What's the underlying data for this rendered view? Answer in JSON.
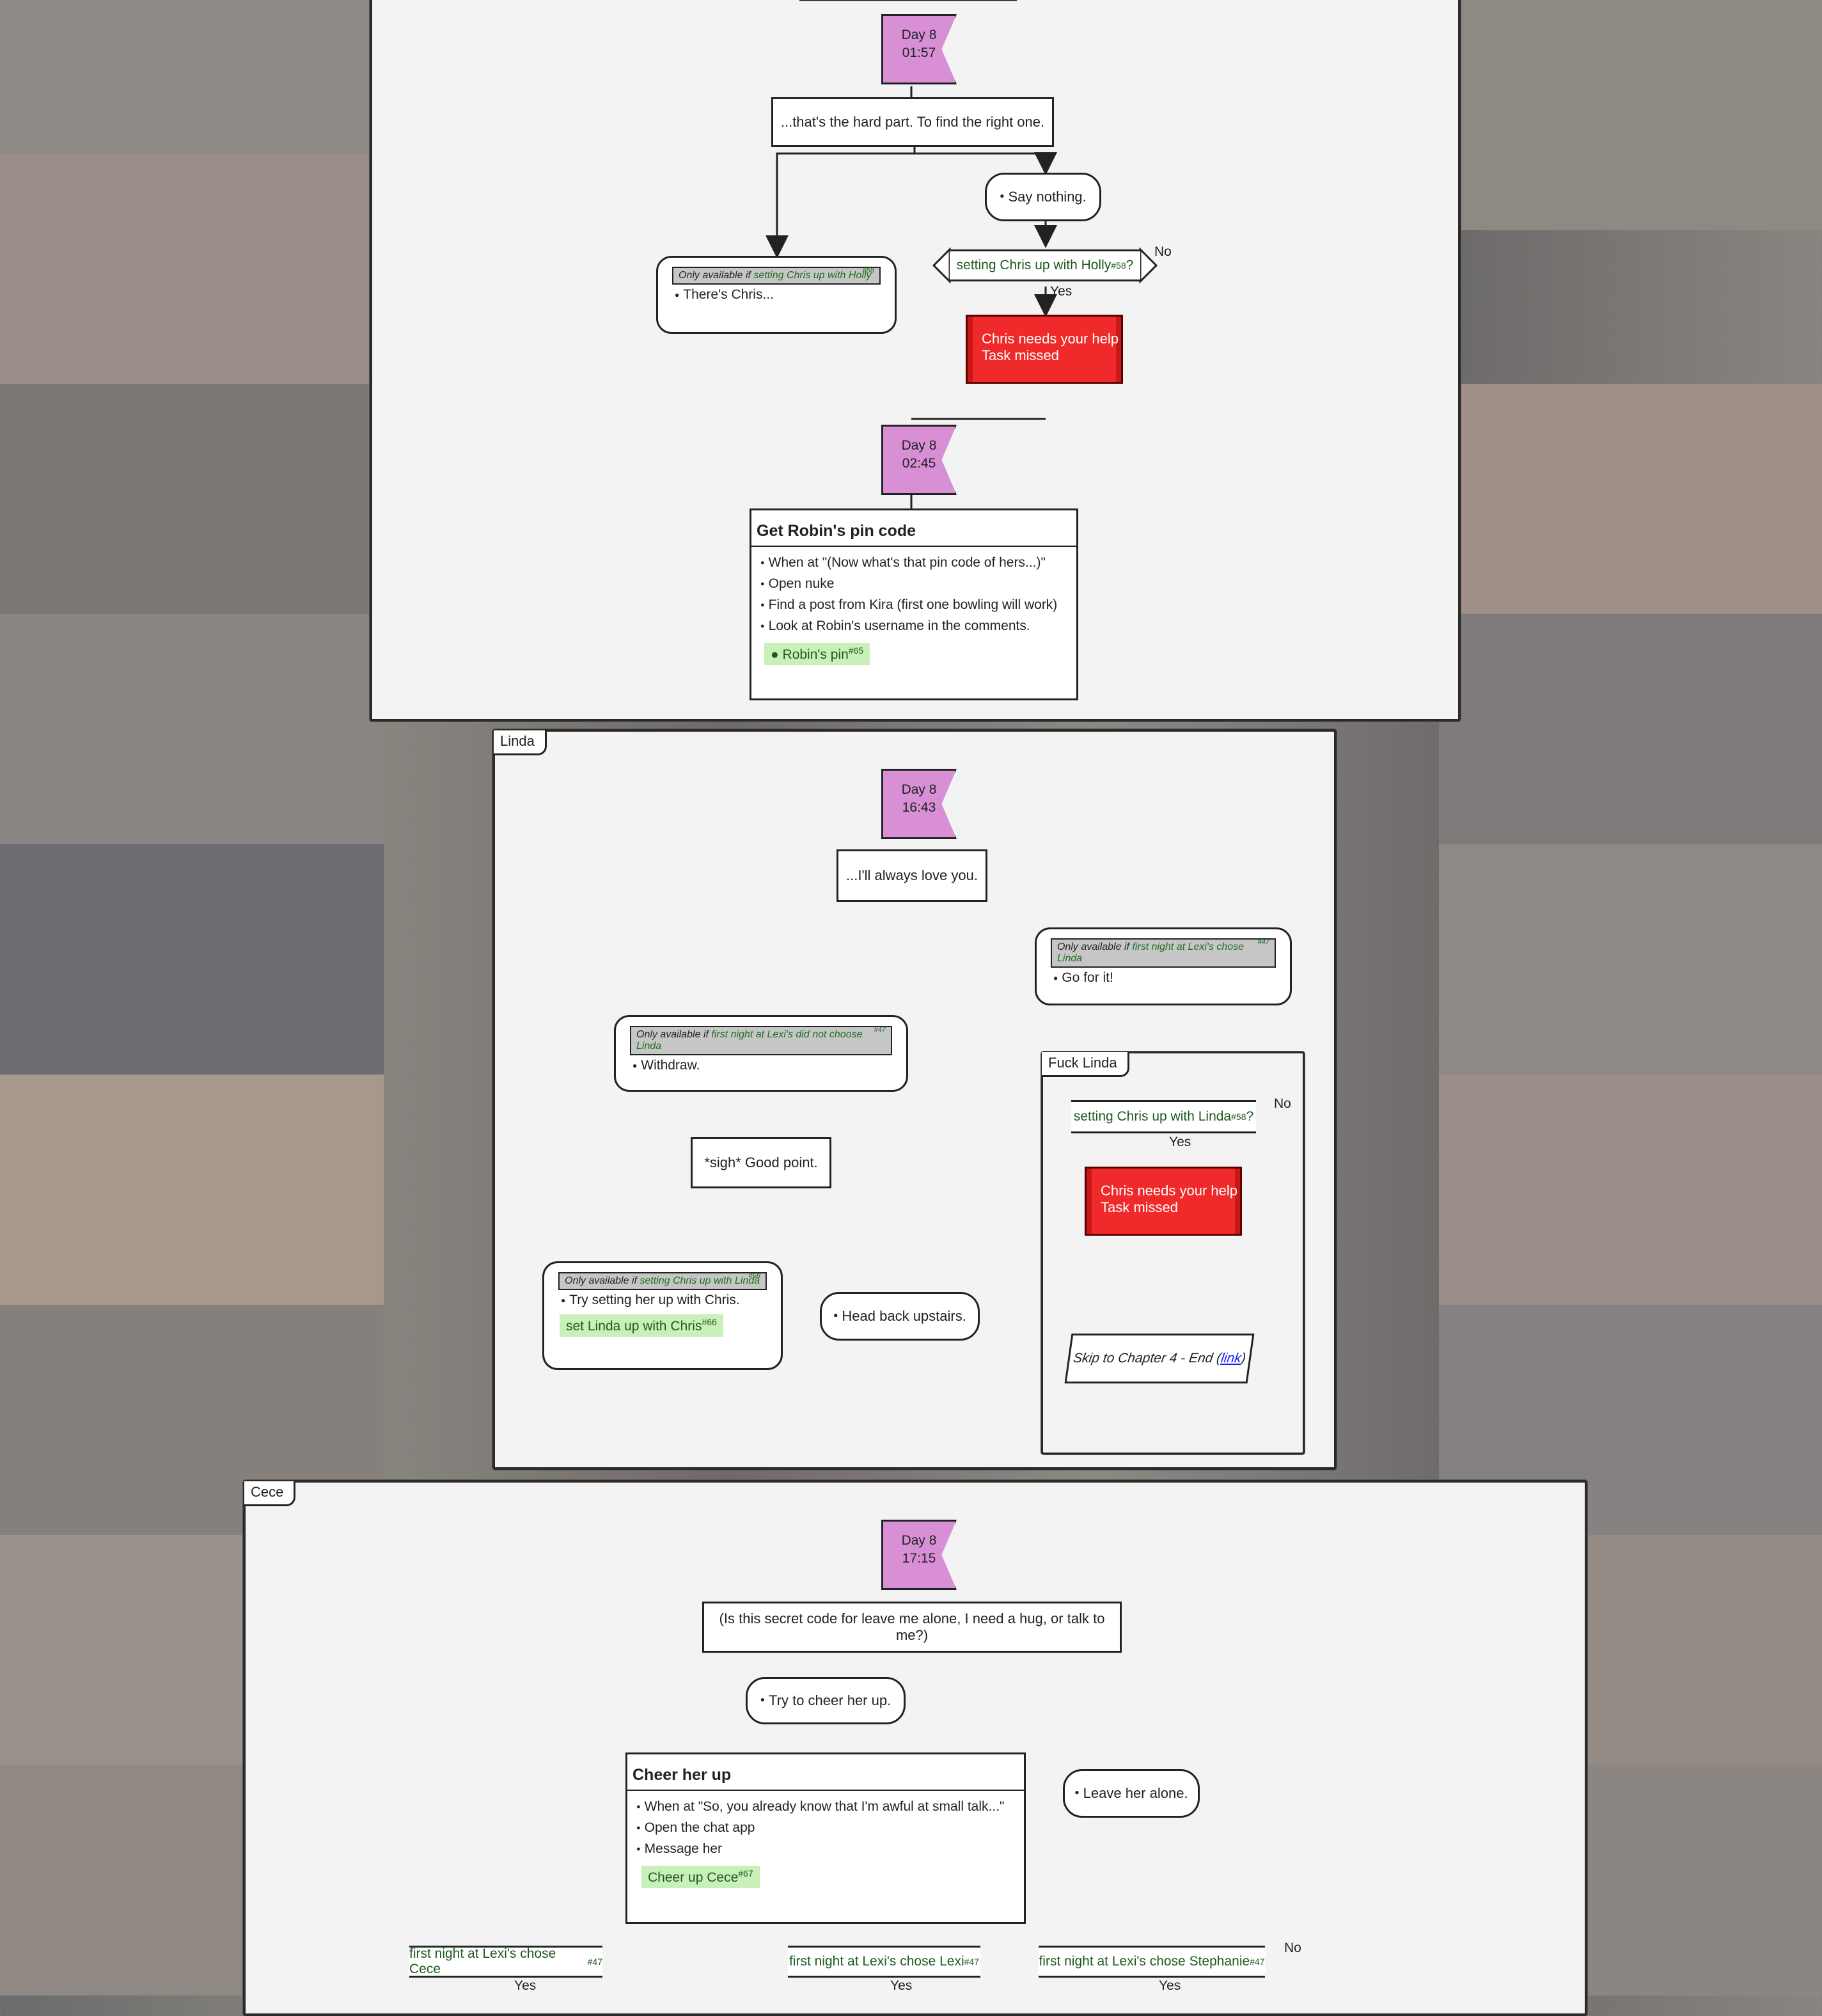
{
  "panels": {
    "linda": {
      "title": "Linda"
    },
    "fuck_linda": {
      "title": "Fuck Linda"
    },
    "cece": {
      "title": "Cece"
    }
  },
  "colors": {
    "day": "#d88fd6",
    "missed": "#f02a2a",
    "choice_green": "#c8f0b8",
    "condition_text": "#1e6f1e"
  },
  "top": {
    "day1": {
      "day": "Day 8",
      "time": "01:57"
    },
    "line1": "...that's the hard part. To find the right one.",
    "say_nothing": "Say nothing.",
    "chris_avail": {
      "prefix": "Only available if ",
      "cond": "setting Chris up with Holly",
      "ref": "#58"
    },
    "theres_chris": "There's Chris...",
    "holly_check": {
      "text": "setting Chris up with Holly",
      "ref": "#58",
      "suffix": "?"
    },
    "no": "No",
    "yes": "Yes",
    "missed": {
      "line1": "Chris needs your help",
      "line2": "Task missed"
    },
    "day2": {
      "day": "Day 8",
      "time": "02:45"
    },
    "robin_task": {
      "title": "Get Robin's pin code",
      "steps": [
        "When at \"(Now what's that pin code of hers...)\"",
        "Open nuke",
        "Find a post from Kira (first one bowling will work)",
        "Look at Robin's username in the comments."
      ],
      "reward": "Robin's pin",
      "reward_ref": "#65"
    }
  },
  "linda": {
    "day": {
      "day": "Day 8",
      "time": "16:43"
    },
    "line1": "...I'll always love you.",
    "go_avail": {
      "prefix": "Only available if ",
      "cond": "first night at Lexi's chose Linda",
      "ref": "#47"
    },
    "go_for_it": "Go for it!",
    "withdraw_avail": {
      "prefix": "Only available if ",
      "cond": "first night at Lexi's did not choose Linda",
      "ref": "#47"
    },
    "withdraw": "Withdraw.",
    "sigh": "*sigh* Good point.",
    "try_avail": {
      "prefix": "Only available if ",
      "cond": "setting Chris up with Linda",
      "ref": "#58"
    },
    "try_setting": "Try setting her up with Chris.",
    "set_linda": "set Linda up with Chris",
    "set_linda_ref": "#66",
    "head_back": "Head back upstairs.",
    "linda_check": {
      "text": "setting Chris up with Linda",
      "ref": "#58",
      "suffix": "?"
    },
    "no": "No",
    "yes": "Yes",
    "missed": {
      "line1": "Chris needs your help",
      "line2": "Task missed"
    },
    "skip": {
      "prefix": "Skip to Chapter 4 - End (",
      "link": "link",
      "suffix": ")"
    }
  },
  "cece": {
    "day": {
      "day": "Day 8",
      "time": "17:15"
    },
    "line1": "(Is this secret code for leave me alone, I need a hug, or talk to me?)",
    "cheer_choice": "Try to cheer her up.",
    "leave_alone": "Leave her alone.",
    "task": {
      "title": "Cheer her up",
      "steps": [
        "When at \"So, you already know that I'm awful at small talk...\"",
        "Open the chat app",
        "Message her"
      ],
      "reward": "Cheer up Cece",
      "reward_ref": "#67"
    },
    "checks": [
      {
        "text": "first night at Lexi's chose Cece",
        "ref": "#47",
        "yes": "Yes"
      },
      {
        "text": "first night at Lexi's chose Lexi",
        "ref": "#47",
        "yes": "Yes"
      },
      {
        "text": "first night at Lexi's chose Stephanie",
        "ref": "#47",
        "yes": "Yes"
      }
    ],
    "no": "No"
  }
}
